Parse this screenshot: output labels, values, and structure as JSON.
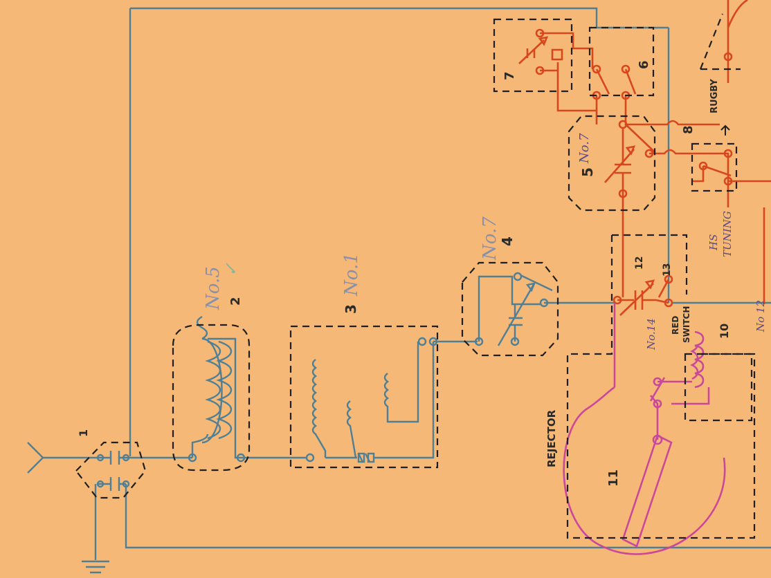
{
  "labels": {
    "component_1": "1",
    "component_2": "2",
    "component_3": "3",
    "component_4": "4",
    "component_5": "5",
    "component_6": "6",
    "component_7": "7",
    "component_8": "8",
    "component_10": "10",
    "component_11": "11",
    "component_12": "12",
    "component_13": "13",
    "rejector": "REJECTOR",
    "red_switch_line1": "RED",
    "red_switch_line2": "SWITCH",
    "rugby": "RUGBY"
  },
  "handwritten": {
    "note_2": "No.5",
    "note_3": "No.1",
    "note_4": "No.7",
    "note_5": "No.7",
    "note_12": "No.14",
    "note_10": "No 12",
    "note_hs_tuning_1": "HS",
    "note_hs_tuning_2": "TUNING"
  },
  "colors": {
    "background": "#f6b877",
    "aerial_circuit": "#4f7f95",
    "tuning_circuit": "#d8461d",
    "rejector_coil": "#c9489a",
    "outline": "#1f1f1f"
  }
}
